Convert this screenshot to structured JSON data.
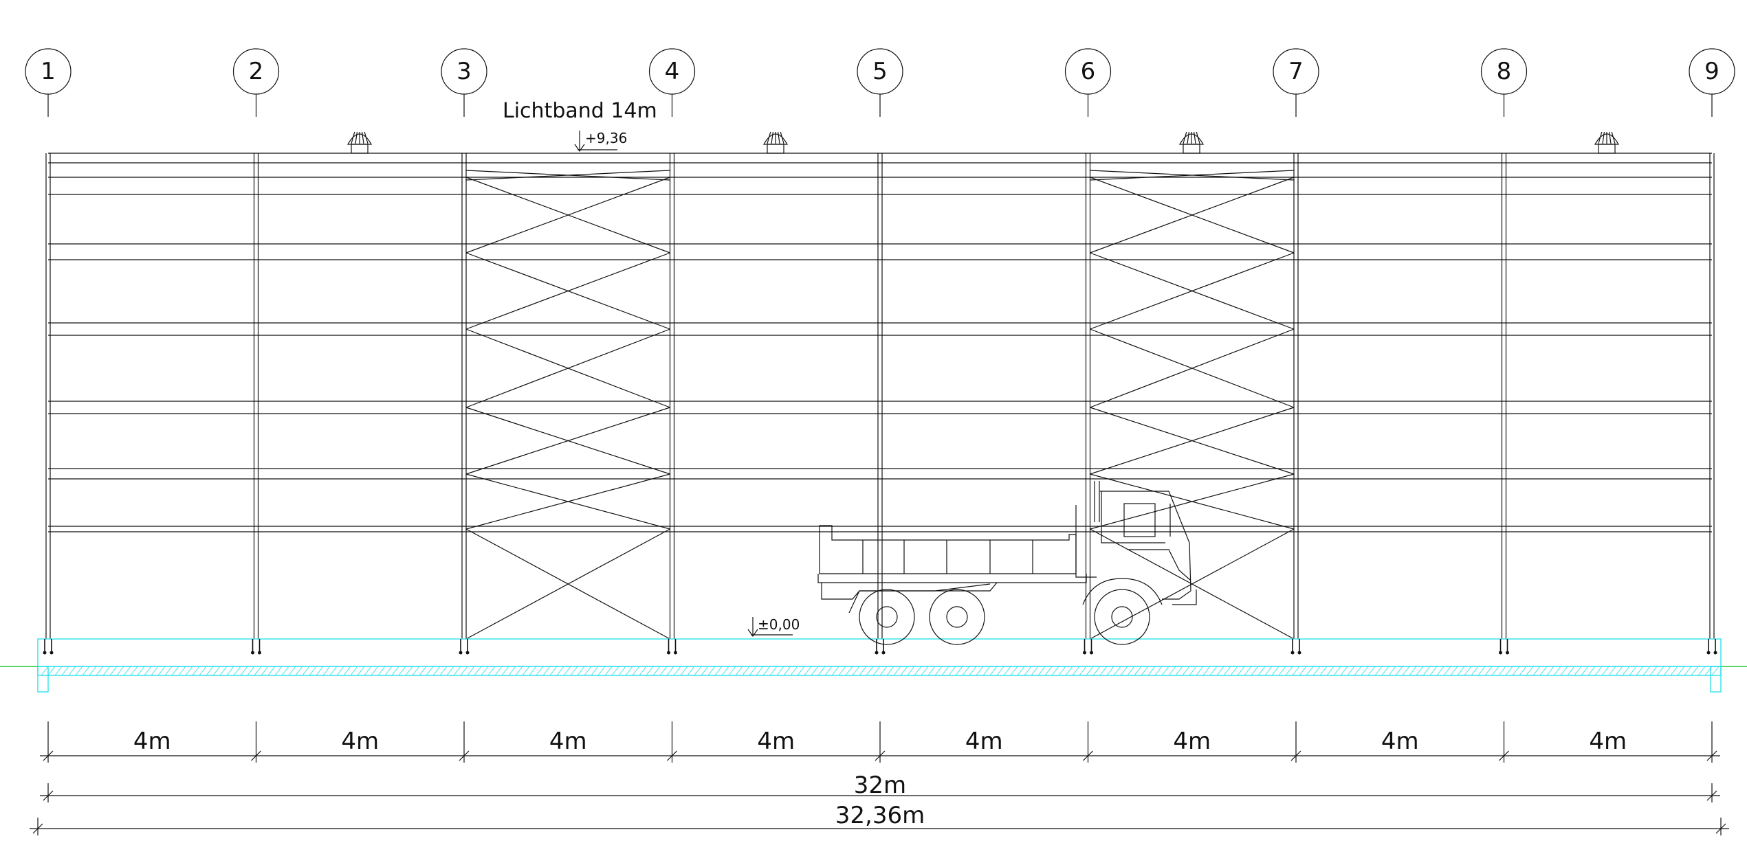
{
  "grid_axes": [
    "1",
    "2",
    "3",
    "4",
    "5",
    "6",
    "7",
    "8",
    "9"
  ],
  "bay_dimensions": [
    "4m",
    "4m",
    "4m",
    "4m",
    "4m",
    "4m",
    "4m",
    "4m"
  ],
  "total_dimension_axes": "32m",
  "total_dimension_overall": "32,36m",
  "skylight_label": "Lichtband 14m",
  "level_top": "+9,36",
  "level_ground": "±0,00",
  "braced_bays": [
    "3-4",
    "6-7"
  ],
  "colors": {
    "lines": "#111111",
    "foundation": "#2ee0ea",
    "ground_line": "#22cc44"
  }
}
